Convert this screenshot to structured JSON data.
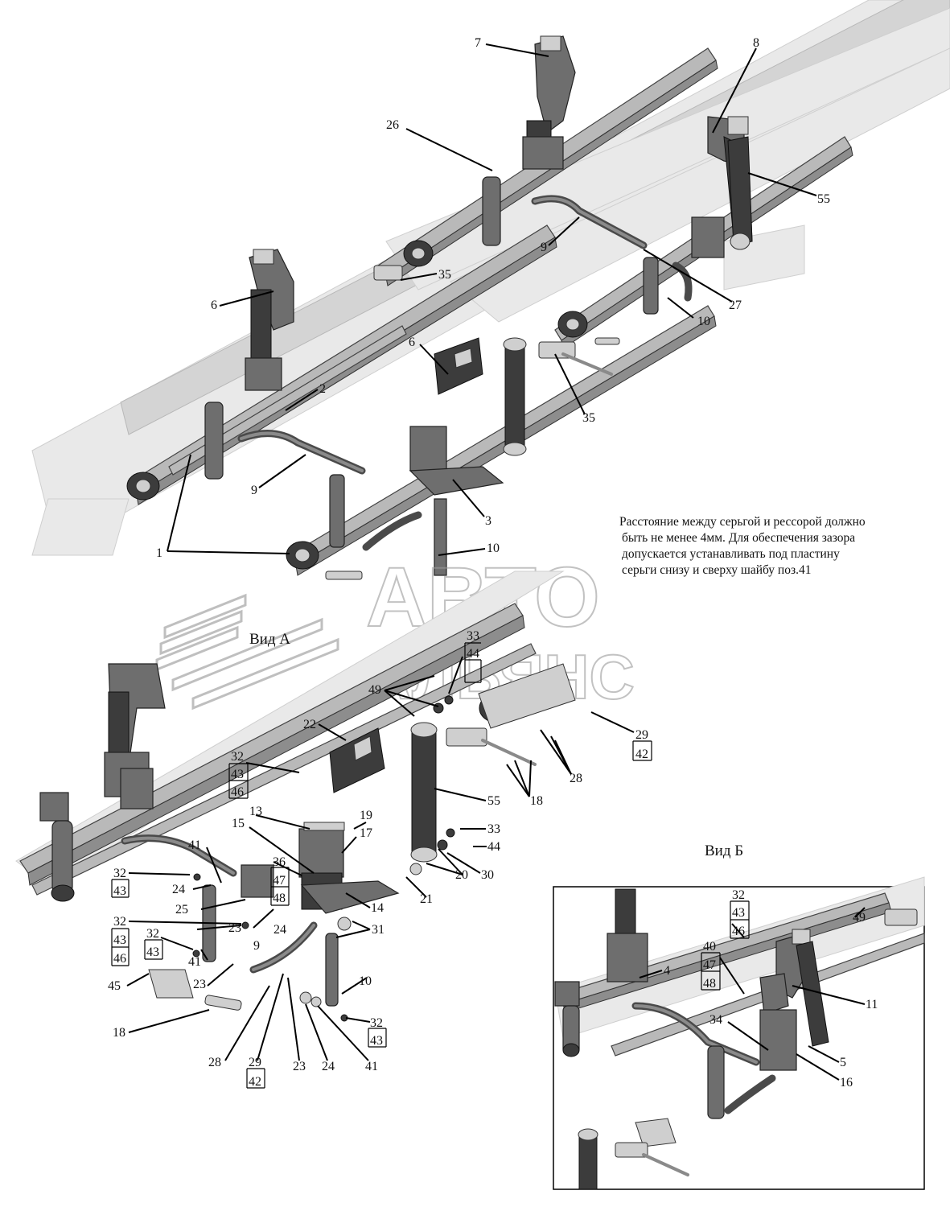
{
  "note": {
    "lines": [
      "Расстояние между серьгой и рессорой должно",
      "быть не менее 4мм. Для обеспечения зазора",
      "допускается устанавливать под пластину",
      "серьги снизу и сверху шайбу поз.41"
    ]
  },
  "views": {
    "a": "Вид А",
    "b": "Вид Б"
  },
  "watermark": {
    "line1": "АВТО",
    "line2": "АЛЬЯНС"
  },
  "callouts": {
    "top": [
      "7",
      "26",
      "8",
      "55",
      "9",
      "27",
      "35",
      "6",
      "10",
      "6",
      "35",
      "2",
      "9",
      "3",
      "10",
      "1"
    ],
    "view_a": [
      "33",
      "44",
      "49",
      "22",
      "29",
      "42",
      "32",
      "43",
      "46",
      "55",
      "28",
      "18",
      "13",
      "19",
      "15",
      "17",
      "33",
      "44",
      "41",
      "36",
      "20",
      "30",
      "32",
      "43",
      "24",
      "47",
      "21",
      "25",
      "48",
      "14",
      "23",
      "24",
      "31",
      "32",
      "43",
      "46",
      "32",
      "43",
      "9",
      "10",
      "41",
      "45",
      "23",
      "18",
      "32",
      "43",
      "28",
      "29",
      "42",
      "23",
      "24",
      "41"
    ],
    "view_b": [
      "32",
      "43",
      "46",
      "49",
      "40",
      "47",
      "48",
      "4",
      "11",
      "34",
      "5",
      "16"
    ]
  }
}
